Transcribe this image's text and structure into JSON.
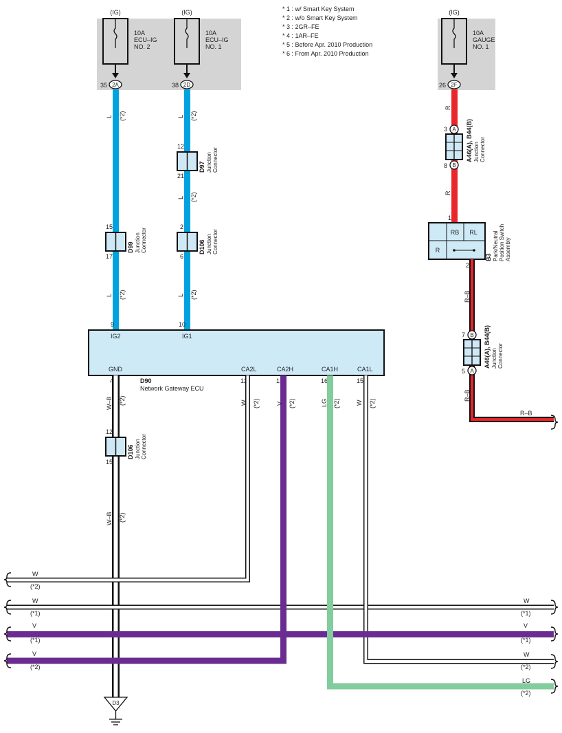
{
  "notes": [
    "* 1 : w/ Smart Key System",
    "* 2 : w/o Smart Key System",
    "* 3 : 2GR–FE",
    "* 4 : 1AR–FE",
    "* 5 : Before Apr.  2010 Production",
    "* 6 : From Apr.  2010 Production"
  ],
  "fuses": {
    "f1": {
      "ig": "(IG)",
      "line1": "10A",
      "line2": "ECU–IG",
      "line3": "NO. 2",
      "pin": "35",
      "conn": "2A"
    },
    "f2": {
      "ig": "(IG)",
      "line1": "10A",
      "line2": "ECU–IG",
      "line3": "NO. 1",
      "pin": "38",
      "conn": "2D"
    },
    "f3": {
      "ig": "(IG)",
      "line1": "10A",
      "line2": "GAUGE",
      "line3": "NO. 1",
      "pin": "26",
      "conn": "2F"
    }
  },
  "wires": {
    "L": "L",
    "R": "R",
    "RB": "R–B",
    "WB": "W–B",
    "W": "W",
    "V": "V",
    "LG": "LG",
    "s1": "(*1)",
    "s2": "(*2)"
  },
  "connectors": {
    "d97": {
      "id": "D97",
      "name1": "Junction",
      "name2": "Connector",
      "p_top": "12",
      "p_bot": "21"
    },
    "d99": {
      "id": "D99",
      "name1": "Junction",
      "name2": "Connector",
      "p_top": "15",
      "p_bot": "17"
    },
    "d106a": {
      "id": "D106",
      "name1": "Junction",
      "name2": "Connector",
      "p_top": "2",
      "p_bot": "6"
    },
    "d106b": {
      "id": "D106",
      "name1": "Junction",
      "name2": "Connector",
      "p_top": "12",
      "p_bot": "15"
    },
    "a46_1": {
      "id": "A46(A), B44(B)",
      "name1": "Junction",
      "name2": "Connector",
      "p_top": "3",
      "p_bot": "8",
      "top": "A",
      "bot": "B"
    },
    "a46_2": {
      "id": "A46(A), B44(B)",
      "name1": "Junction",
      "name2": "Connector",
      "p_top": "7",
      "p_bot": "5",
      "top": "B",
      "bot": "A"
    }
  },
  "switch": {
    "id": "B3",
    "name1": "Park/Neutral",
    "name2": "Position Switch",
    "name3": "Assembly",
    "rb": "RB",
    "rl": "RL",
    "r": "R",
    "p_top": "1",
    "p_bot": "2"
  },
  "ecu": {
    "id": "D90",
    "name": "Network Gateway ECU",
    "pins": {
      "ig2": {
        "label": "IG2",
        "num": "9"
      },
      "ig1": {
        "label": "IG1",
        "num": "10"
      },
      "gnd": {
        "label": "GND",
        "num": "4"
      },
      "ca2l": {
        "label": "CA2L",
        "num": "12"
      },
      "ca2h": {
        "label": "CA2H",
        "num": "13"
      },
      "ca1h": {
        "label": "CA1H",
        "num": "16"
      },
      "ca1l": {
        "label": "CA1L",
        "num": "15"
      }
    }
  },
  "ground": {
    "id": "D3"
  },
  "colors": {
    "blue": "#00a3e0",
    "red": "#e8262b",
    "purple": "#6b2c91",
    "green": "#82cc9e",
    "fuse_bg": "#d4d4d4",
    "conn_fill": "#cfe8f5",
    "ecu_fill": "#cfeaf7"
  }
}
